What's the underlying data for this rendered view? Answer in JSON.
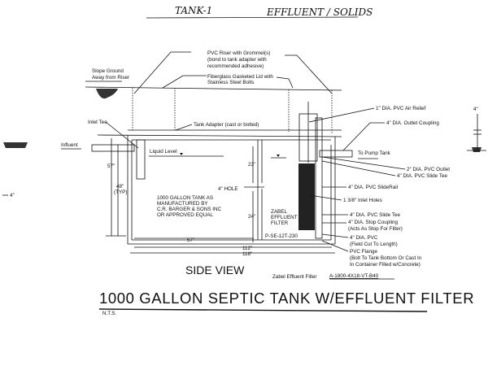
{
  "header": {
    "handwritten_tank": "TANK-1",
    "handwritten_type": "EFFLUENT / SOLIDS"
  },
  "labels": {
    "riser": [
      "PVC Riser with Grommel(s)",
      "(bond to tank adapter with",
      "recommended adhesive)"
    ],
    "lid": [
      "Fiberglass Gasketed Lid with",
      "Stainless Steel Bolts"
    ],
    "slope": [
      "Slope Ground",
      "Away from Riser"
    ],
    "inlet_tee": "Inlet Tee",
    "tank_adapter": "Tank Adapter (cast or bolted)",
    "influent": "Influent",
    "liquid_level": "Liquid Level",
    "to_pump_tank": "To Pump Tank",
    "air_relief": "1\" DIA. PVC Air Relief",
    "outlet_coupling": "4\" DIA. Outlet Coupling",
    "pvc_outlet": "2\" DIA. PVC Outlet",
    "slide_tee_top": "4\" DIA. PVC Slide Tee",
    "slide_rail": "4\" DIA. PVC SlideRail",
    "inlet_holes": "1 3/8\" Inlet Holes",
    "slide_tee_bottom": "4\" DIA. PVC Slide Tee",
    "stop_coupling": [
      "4\" DIA. Stop Coupling",
      "(Acts As Stop For Filter)"
    ],
    "pvc_pipe": [
      "4\" DIA. PVC",
      "(Field Cut To Length)"
    ],
    "flange": [
      "PVC  Flange",
      "(Bolt To Tank Bottom Or Cast In",
      "In Container Filled w/Concrete)"
    ],
    "tank_note": [
      "1000 GALLON TANK AS",
      "MANUFACTURED BY",
      "C.R. BARGER & SONS INC",
      "OR APPROVED EQUAL"
    ],
    "filter_name": [
      "ZABEL",
      "EFFLUENT",
      "FILTER"
    ],
    "filter_code": "P-SE-12T-230",
    "hole": "4\" HOLE"
  },
  "dimensions": {
    "d57_vert": "57\"",
    "d48": "48\"",
    "d48_typ": "(TYP)",
    "d23": "23\"",
    "d24": "24\"",
    "d57_horiz": "57\"",
    "d112": "112\"",
    "d118": "118\"",
    "left_4": "4\"",
    "right_4": "4\""
  },
  "footer": {
    "view": "SIDE VIEW",
    "filter_label": "Zabel Effluent Filter",
    "filter_model": "A-1800-4X18-VT-B40",
    "title": "1000 GALLON SEPTIC TANK W/EFFLUENT FILTER",
    "scale": "N.T.S."
  }
}
